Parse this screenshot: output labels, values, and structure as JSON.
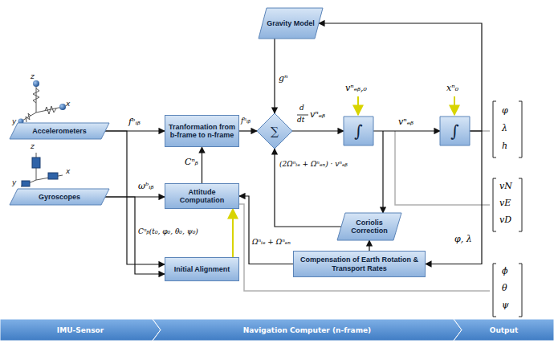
{
  "diagram": {
    "nodes": [
      {
        "text": [
          "Accelerometers"
        ]
      },
      {
        "text": [
          "Gyroscopes"
        ]
      },
      {
        "text": [
          "Tranformation from b-frame to n-frame"
        ]
      },
      {
        "text": [
          "Gravity Model"
        ]
      },
      {
        "text": [
          "∑"
        ]
      },
      {
        "text": [
          "∫"
        ]
      },
      {
        "text": [
          "∫"
        ]
      },
      {
        "text": [
          "Attitude Computation"
        ]
      },
      {
        "text": [
          "Coriolis Correction"
        ]
      },
      {
        "text": [
          "Compensation of Earth Rotation & Transport Rates"
        ]
      },
      {
        "text": [
          "Initial Alignment"
        ]
      },
      {
        "text": [
          "IMU-Sensor"
        ]
      },
      {
        "text": [
          "Navigation Computer (n-frame)"
        ]
      },
      {
        "text": [
          "Output"
        ]
      }
    ],
    "edges": [
      {
        "from": 0,
        "to": 2,
        "arrow": "to",
        "label": "fᵇᵢᵦ"
      },
      {
        "from": 1,
        "to": 7,
        "arrow": "to",
        "label": "ωᵇᵢᵦ"
      },
      {
        "from": 0,
        "to": 10,
        "arrow": "to"
      },
      {
        "from": 1,
        "to": 10,
        "arrow": "to"
      },
      {
        "from": 10,
        "to": 7,
        "arrow": "to",
        "label": "Cⁿᵦ(t₀, φ₀, θ₀, ψ₀)"
      },
      {
        "from": 7,
        "to": 2,
        "arrow": "to",
        "label": "Cⁿᵦ"
      },
      {
        "from": 2,
        "to": 4,
        "arrow": "to",
        "label": "fⁿᵢᵦ"
      },
      {
        "from": 3,
        "to": 4,
        "arrow": "to",
        "label": "gⁿ"
      },
      {
        "from": 4,
        "to": 5,
        "arrow": "to",
        "label": "vⁿₑᵦ"
      },
      {
        "from": 5,
        "to": 6,
        "arrow": "to",
        "label": "vⁿₑᵦ"
      },
      {
        "from": 6,
        "to": 3,
        "arrow": "to"
      },
      {
        "from": 5,
        "to": 8,
        "arrow": "to"
      },
      {
        "from": 6,
        "to": 9,
        "arrow": "to",
        "label": "φ, λ"
      },
      {
        "from": 9,
        "to": 8,
        "arrow": "to"
      },
      {
        "from": 9,
        "to": 7,
        "arrow": "to",
        "label": "Ωⁿᵢₑ + Ωⁿₑₙ"
      },
      {
        "from": 8,
        "to": 4,
        "arrow": "to",
        "label": "(2Ωⁿᵢₑ + Ωⁿₑₙ) · vⁿₑᵦ"
      }
    ],
    "labels": [
      "z",
      "x",
      "y",
      "z",
      "x",
      "y",
      "d",
      "dt",
      "vⁿₑᵦ,₀",
      "xⁿ₀",
      "φ",
      "λ",
      "h",
      "vN",
      "vE",
      "vD",
      "ϕ",
      "θ",
      "ψ"
    ]
  }
}
